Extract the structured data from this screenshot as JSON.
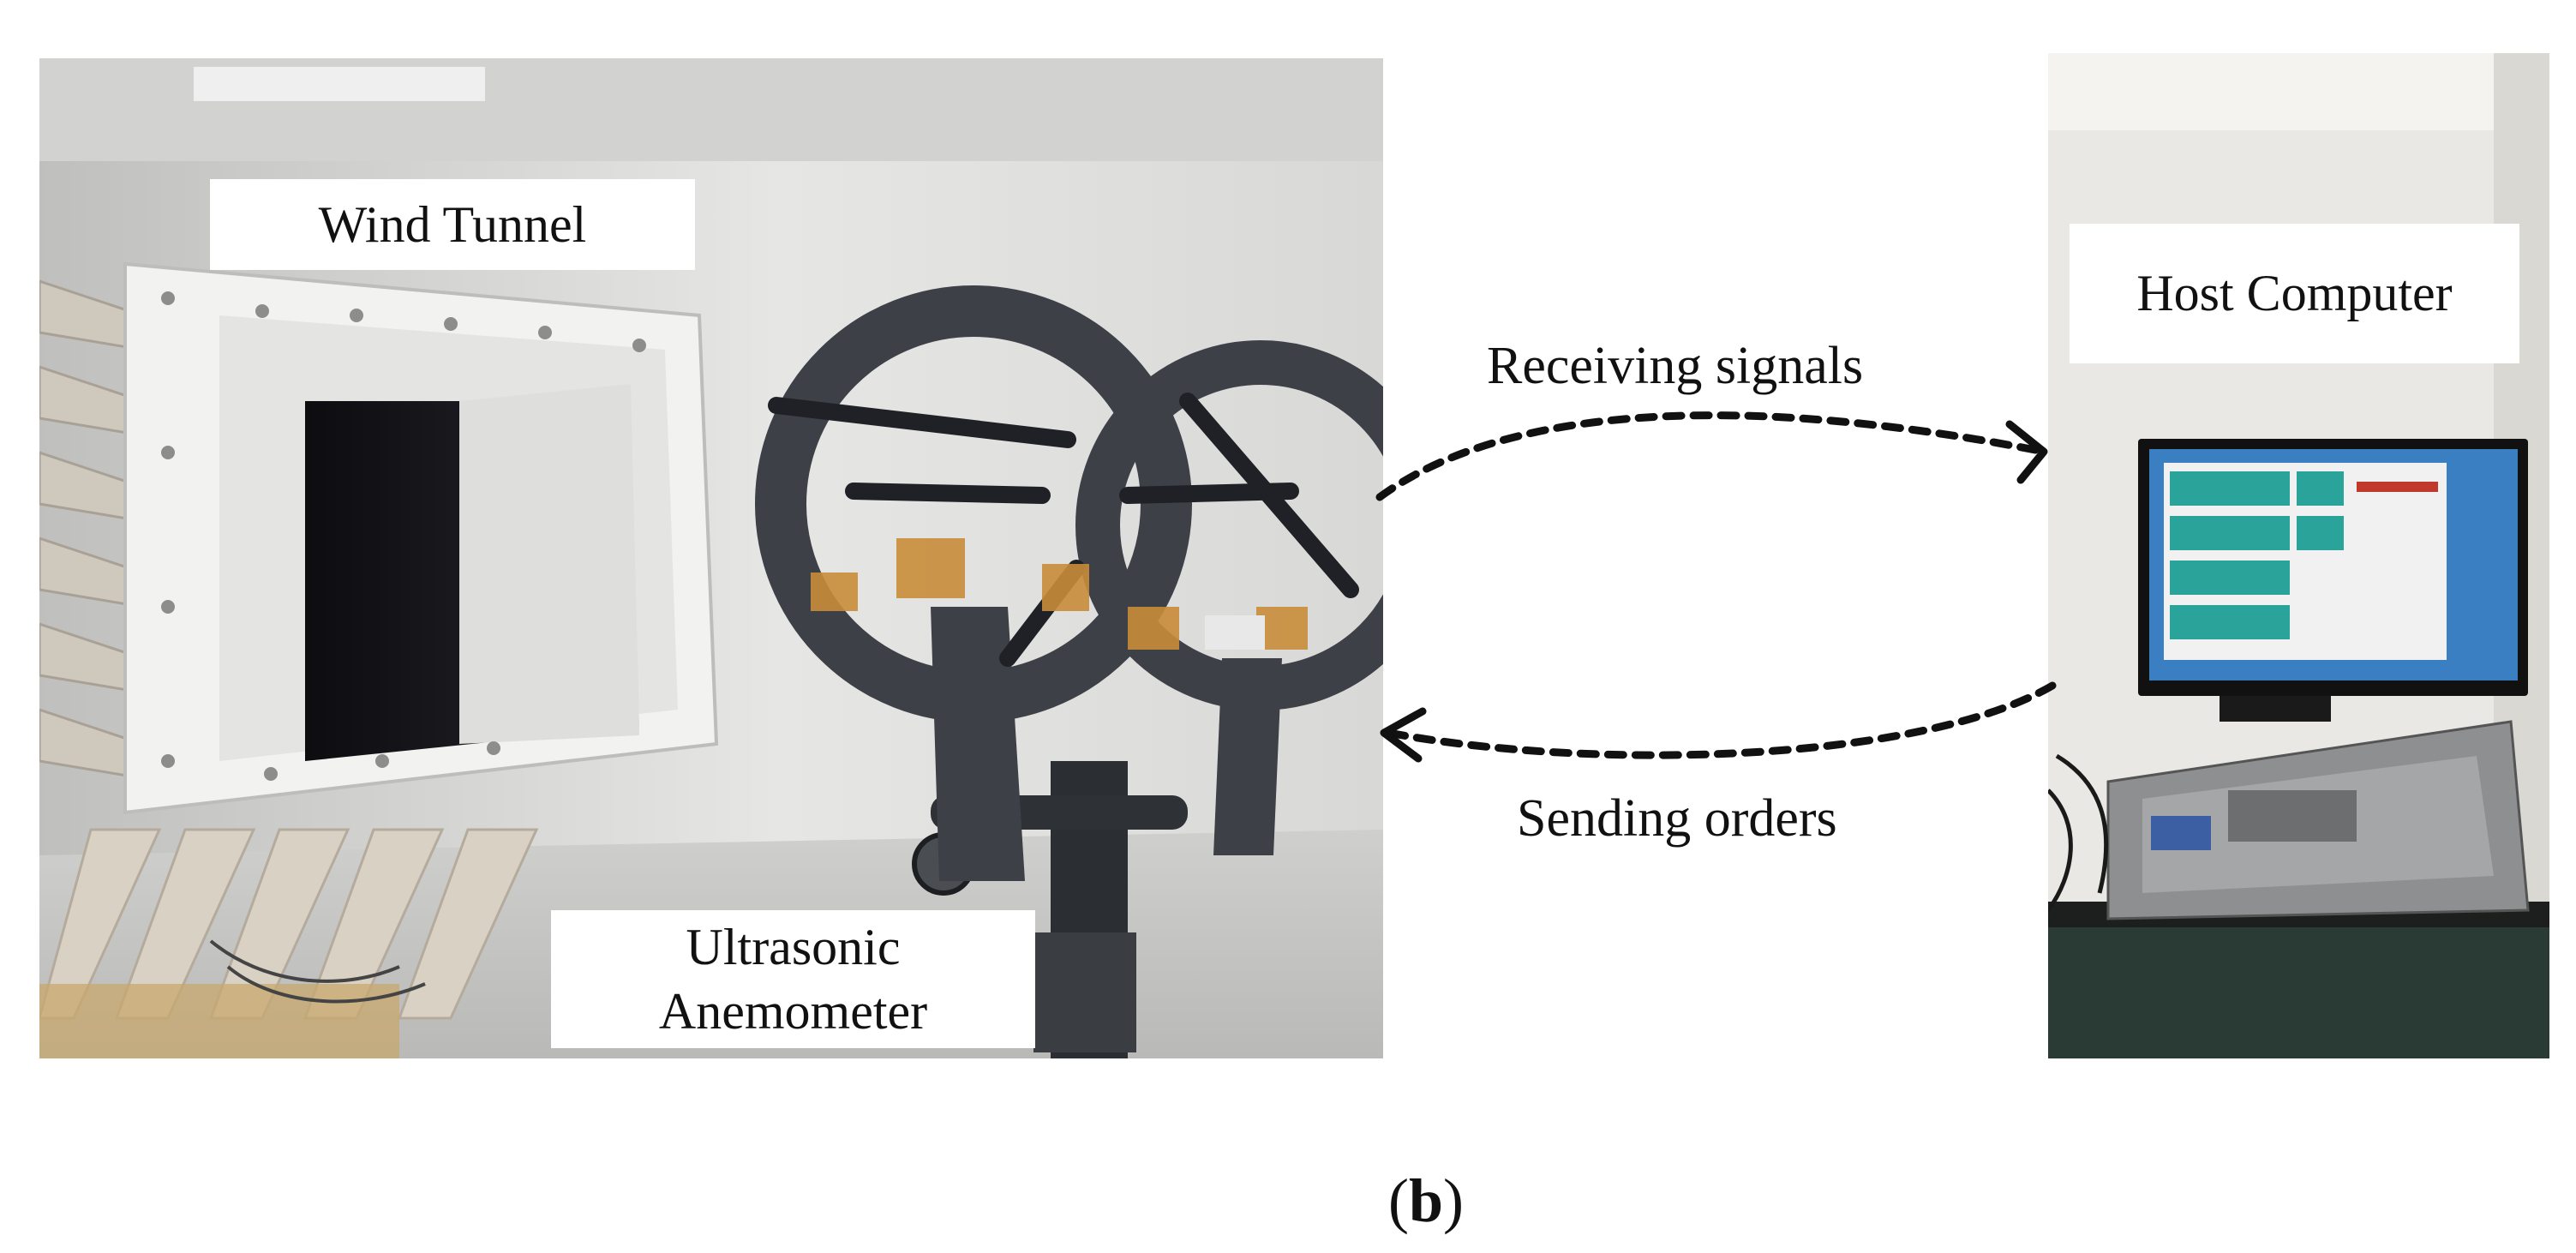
{
  "figure": {
    "panel_label_open": "(",
    "panel_label_letter": "b",
    "panel_label_close": ")"
  },
  "photos": {
    "lab_photo_icon": "wind-tunnel-photo",
    "host_photo_icon": "host-computer-photo"
  },
  "labels": {
    "wind_tunnel": "Wind Tunnel",
    "host_computer": "Host Computer",
    "ultrasonic_anemometer": "Ultrasonic\nAnemometer"
  },
  "arrows": {
    "receiving": "Receiving signals",
    "sending": "Sending orders"
  },
  "colors": {
    "arrow": "#111111",
    "label_background": "#ffffff"
  }
}
